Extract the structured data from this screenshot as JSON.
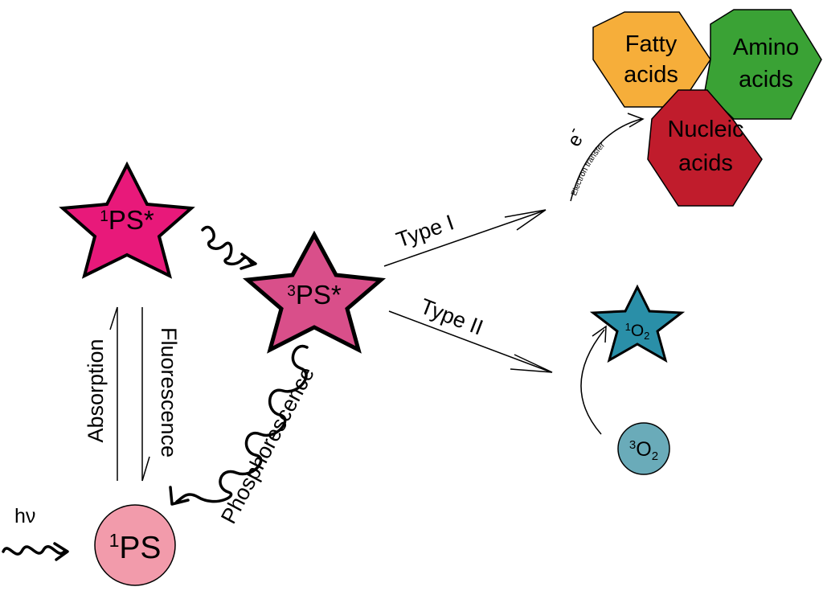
{
  "nodes": {
    "singlet_excited": {
      "prefix": "1",
      "main": "PS*",
      "color": "#e8197a"
    },
    "triplet_excited": {
      "prefix": "3",
      "main": "PS*",
      "color": "#d94f8a"
    },
    "ground_state": {
      "prefix": "1",
      "main": "PS",
      "color": "#f29bab"
    },
    "singlet_oxygen": {
      "prefix": "1",
      "main": "O",
      "sub": "2",
      "color": "#2a8fa8"
    },
    "triplet_oxygen": {
      "prefix": "3",
      "main": "O",
      "sub": "2",
      "color": "#6aabb9"
    }
  },
  "labels": {
    "hv": "hν",
    "absorption": "Absorption",
    "fluorescence": "Fluorescence",
    "phosphorescence": "Phosphorescence",
    "type1": "Type I",
    "type2": "Type II",
    "electron": "e",
    "electron_sup": "-",
    "electron_transfer": "Electron transfer"
  },
  "targets": {
    "fatty": {
      "line1": "Fatty",
      "line2": "acids",
      "color": "#f6ae3a"
    },
    "amino": {
      "line1": "Amino",
      "line2": "acids",
      "color": "#3aa235"
    },
    "nucleic": {
      "line1": "Nucleic",
      "line2": "acids",
      "color": "#c01c2c"
    }
  }
}
